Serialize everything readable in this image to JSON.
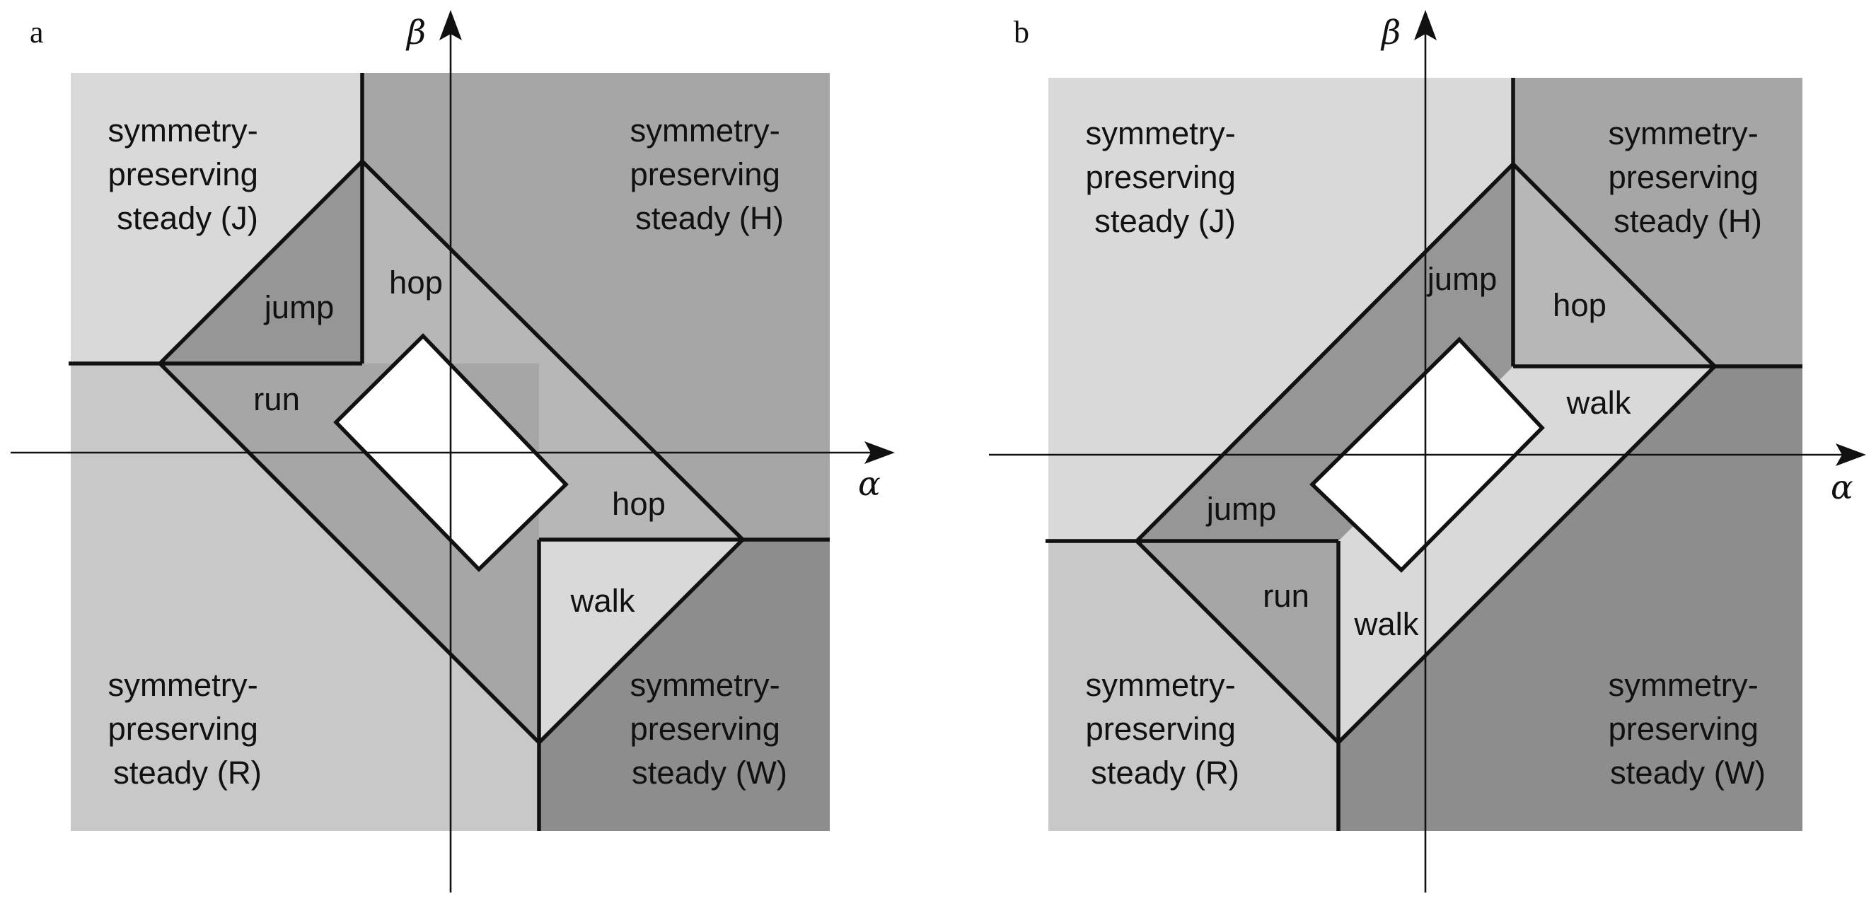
{
  "colors": {
    "very_light": "#d9d9d9",
    "light": "#c8c8c8",
    "medium_light": "#b7b7b7",
    "medium": "#a6a6a6",
    "medium_dark": "#969696",
    "dark": "#8d8d8d",
    "line": "#111111"
  },
  "panels": [
    {
      "letter": "a",
      "axis_x": "α",
      "axis_y": "β",
      "regions": {
        "steady_j": [
          "symmetry-",
          "preserving",
          "steady (J)"
        ],
        "steady_h": [
          "symmetry-",
          "preserving",
          "steady (H)"
        ],
        "steady_r": [
          "symmetry-",
          "preserving",
          "steady (R)"
        ],
        "steady_w": [
          "symmetry-",
          "preserving",
          "steady (W)"
        ],
        "jump": "jump",
        "hop_upper": "hop",
        "run": "run",
        "hop_lower": "hop",
        "walk": "walk"
      }
    },
    {
      "letter": "b",
      "axis_x": "α",
      "axis_y": "β",
      "regions": {
        "steady_j": [
          "symmetry-",
          "preserving",
          "steady (J)"
        ],
        "steady_h": [
          "symmetry-",
          "preserving",
          "steady (H)"
        ],
        "steady_r": [
          "symmetry-",
          "preserving",
          "steady (R)"
        ],
        "steady_w": [
          "symmetry-",
          "preserving",
          "steady (W)"
        ],
        "jump_upper": "jump",
        "hop": "hop",
        "walk_upper": "walk",
        "jump_lower": "jump",
        "run": "run",
        "walk_lower": "walk"
      }
    }
  ]
}
